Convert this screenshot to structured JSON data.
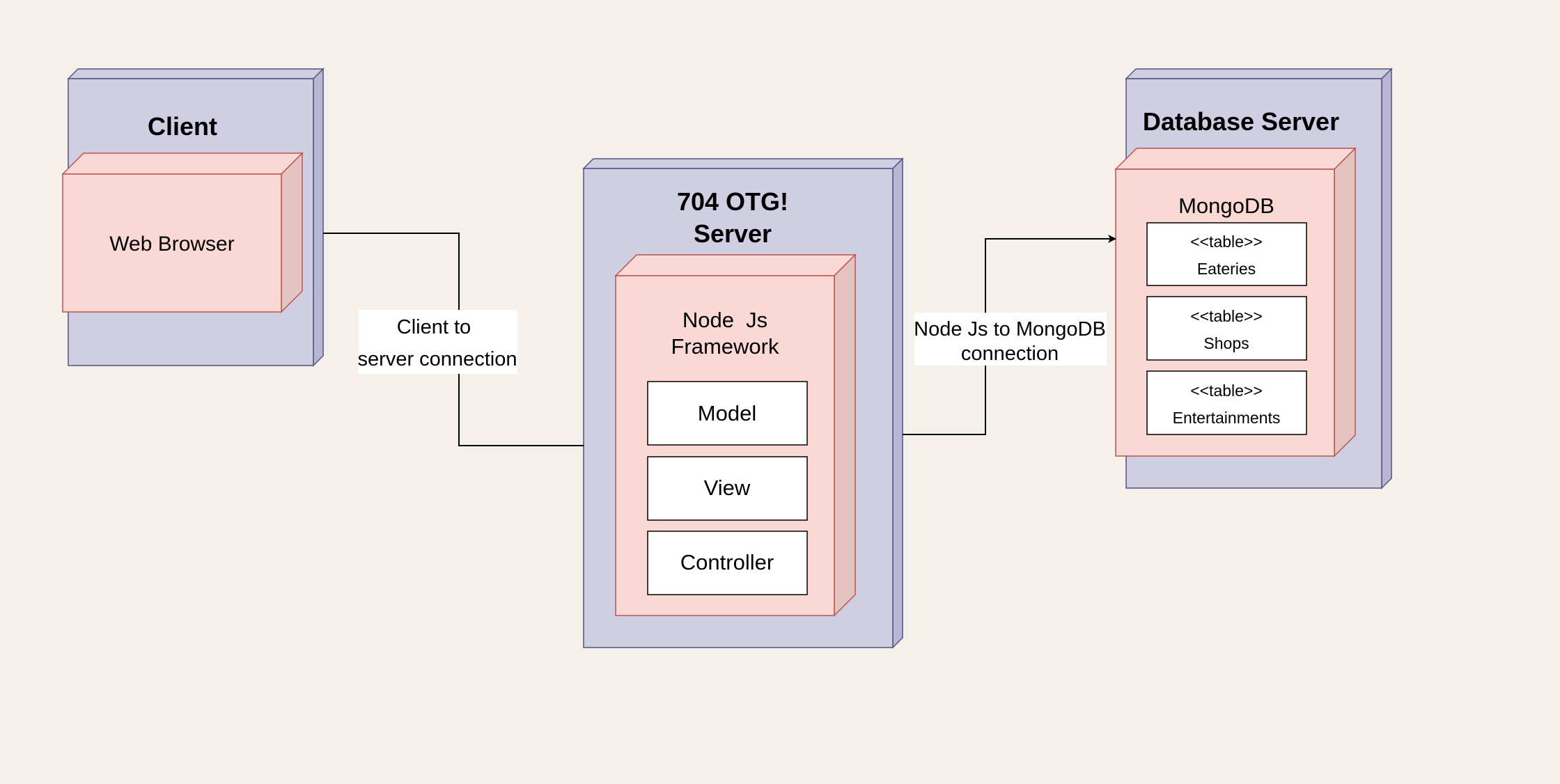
{
  "colors": {
    "background": "#f5f0ea",
    "node_fill": "#d0cee2",
    "node_stroke": "#56517e",
    "component_fill": "#fad9d5",
    "component_side": "#e4c4c1",
    "component_stroke": "#b85450",
    "box_fill": "#ffffff",
    "line": "#000000"
  },
  "nodes": {
    "client": {
      "title": "Client",
      "component": "Web Browser"
    },
    "server": {
      "title_line1": "704 OTG!",
      "title_line2": "Server",
      "component_line1": "Node  Js",
      "component_line2": "Framework",
      "parts": [
        "Model",
        "View",
        "Controller"
      ]
    },
    "database": {
      "title": "Database Server",
      "component": "MongoDB",
      "tables": [
        {
          "stereotype": "<<table>>",
          "name": "Eateries"
        },
        {
          "stereotype": "<<table>>",
          "name": "Shops"
        },
        {
          "stereotype": "<<table>>",
          "name": "Entertainments"
        }
      ]
    }
  },
  "connections": {
    "client_server": {
      "line1": "Client to",
      "line2": "server connection"
    },
    "server_db": {
      "line1": "Node Js to MongoDB",
      "line2": "connection"
    }
  }
}
